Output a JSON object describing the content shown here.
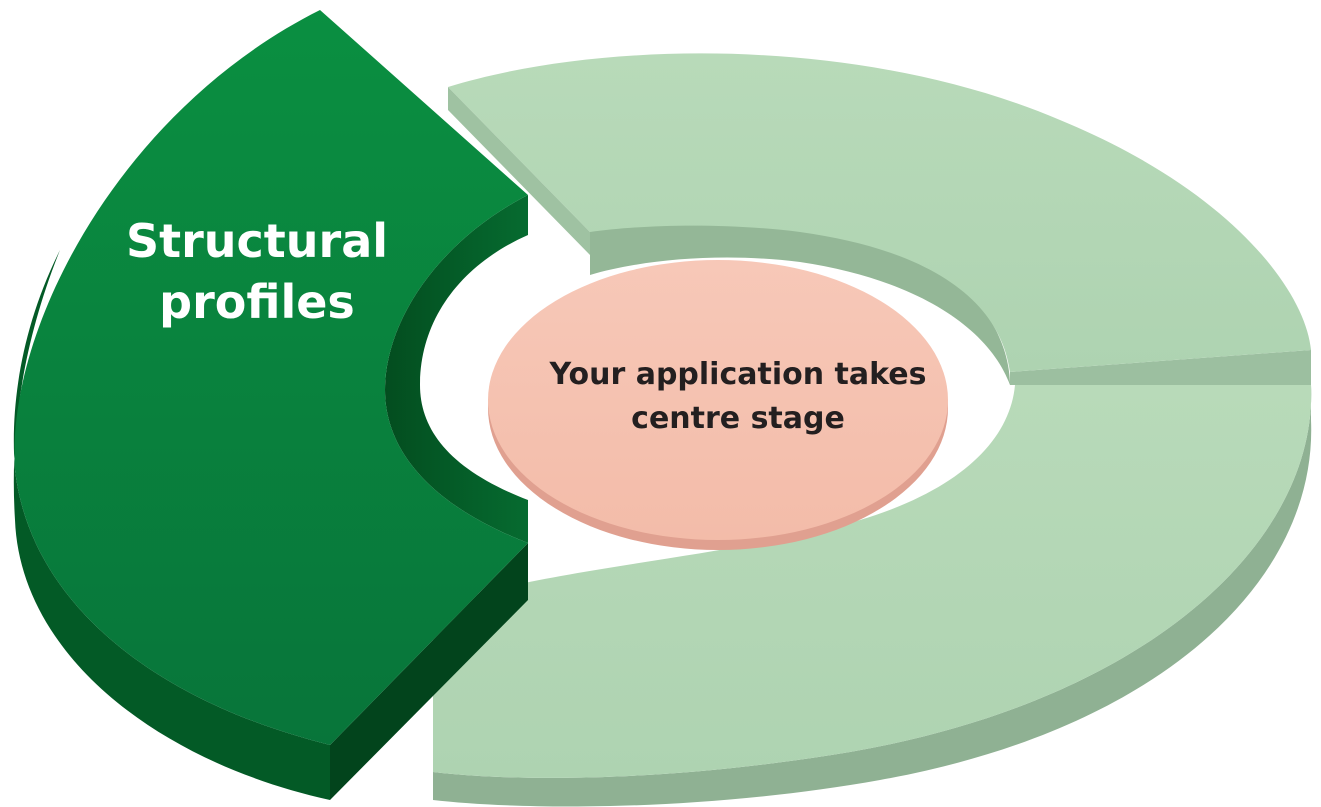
{
  "diagram": {
    "segment_highlight": {
      "label_line1": "Structural",
      "label_line2": "profiles"
    },
    "center": {
      "label_line1": "Your application takes",
      "label_line2": "centre stage"
    }
  },
  "colors": {
    "highlight_top": "#0a8a3e",
    "highlight_side": "#035a26",
    "light_top": "#b3d7b6",
    "light_side": "#8fb193",
    "center_top": "#f5c3b3",
    "center_side": "#e0a090"
  }
}
